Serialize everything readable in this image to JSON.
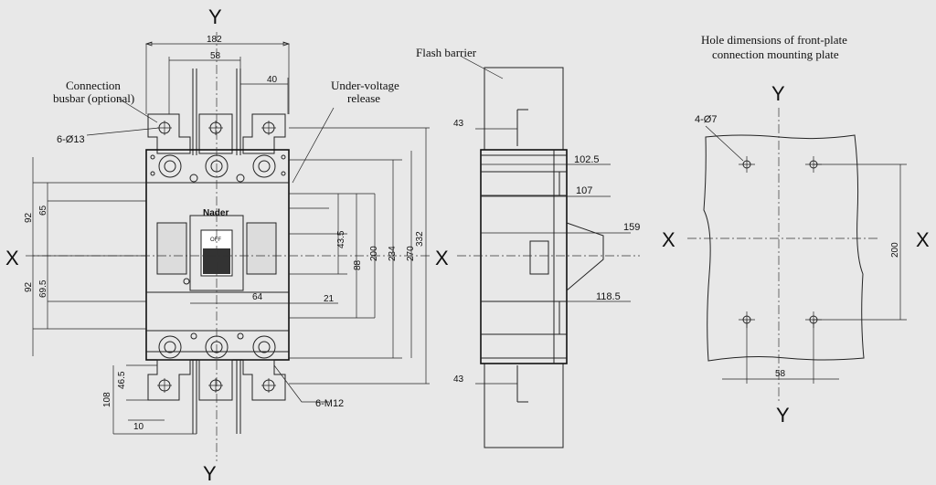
{
  "axes": {
    "x": "X",
    "y": "Y"
  },
  "front_view": {
    "labels": {
      "connection_busbar_line1": "Connection",
      "connection_busbar_line2": "busbar (optional)",
      "undervoltage_line1": "Under-voltage",
      "undervoltage_line2": "release",
      "holes_top": "6-Ø13",
      "bolts_bottom": "6-M12",
      "brand": "Nader",
      "switch_state": "OFF"
    },
    "dimensions": {
      "overall_width": "182",
      "busbar_spacing": "58",
      "pole_offset": "40",
      "upper_92": "92",
      "upper_65": "65",
      "lower_92": "92",
      "lower_69_5": "69.5",
      "height_43_5": "43.5",
      "height_88": "88",
      "height_200": "200",
      "height_234": "234",
      "height_270": "270",
      "height_332": "332",
      "handle_64": "64",
      "offset_21": "21",
      "busbar_108": "108",
      "busbar_46_5": "46.5",
      "busbar_10": "10"
    }
  },
  "side_view": {
    "labels": {
      "flash_barrier": "Flash barrier"
    },
    "dimensions": {
      "top_43": "43",
      "bottom_43": "43",
      "depth_102_5": "102.5",
      "depth_107": "107",
      "depth_159": "159",
      "depth_118_5": "118.5"
    }
  },
  "mounting_plate": {
    "title_line1": "Hole dimensions of front-plate",
    "title_line2": "connection mounting plate",
    "holes": "4-Ø7",
    "height_200": "200",
    "width_58": "58"
  }
}
